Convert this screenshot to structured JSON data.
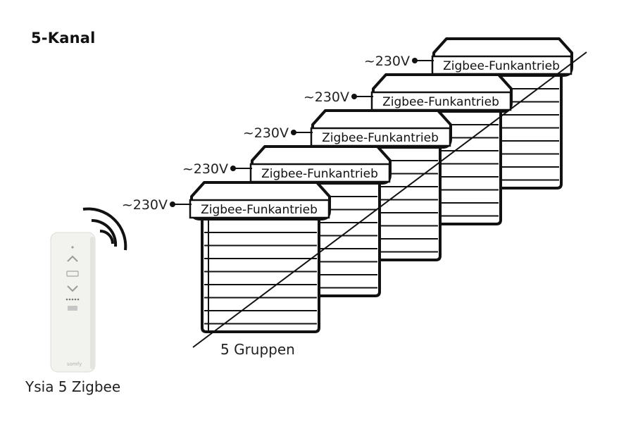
{
  "title": "5-Kanal",
  "remote": {
    "name": "Ysia 5 Zigbee",
    "brand": "somfy",
    "up_icon": "chevron-up-icon",
    "my_icon": "my-icon",
    "down_icon": "chevron-down-icon",
    "channel_dots_icon": "channel-indicator-icon",
    "signal_icon": "wireless-signal-icon"
  },
  "groups_label": "5 Gruppen",
  "units": [
    {
      "motor_label": "Zigbee-Funkantrieb",
      "power_label": "~230V"
    },
    {
      "motor_label": "Zigbee-Funkantrieb",
      "power_label": "~230V"
    },
    {
      "motor_label": "Zigbee-Funkantrieb",
      "power_label": "~230V"
    },
    {
      "motor_label": "Zigbee-Funkantrieb",
      "power_label": "~230V"
    },
    {
      "motor_label": "Zigbee-Funkantrieb",
      "power_label": "~230V"
    }
  ],
  "colors": {
    "line": "#111111",
    "remote_body": "#f2f2ef",
    "remote_shadow": "#d8d8d4"
  }
}
